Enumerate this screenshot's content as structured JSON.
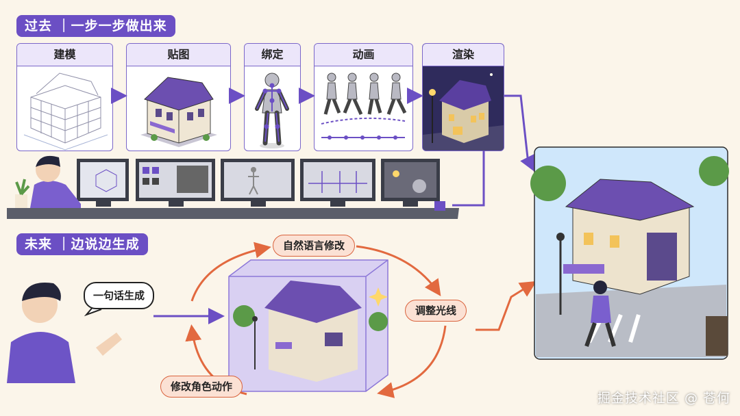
{
  "past": {
    "title": "过去 ｜一步一步做出来"
  },
  "future": {
    "title": "未来 ｜边说边生成"
  },
  "steps": [
    {
      "label": "建模",
      "icon": "wireframe-house-icon"
    },
    {
      "label": "贴图",
      "icon": "textured-house-icon"
    },
    {
      "label": "绑定",
      "icon": "rigged-figure-icon"
    },
    {
      "label": "动画",
      "icon": "walk-cycle-icon"
    },
    {
      "label": "渲染",
      "icon": "rendered-house-icon"
    }
  ],
  "speech": "一句话生成",
  "cycle": [
    "自然语言修改",
    "调整光线",
    "修改角色动作"
  ],
  "watermark": "掘金技术社区 @ 苍何",
  "colors": {
    "accent": "#6b4fc4",
    "orange": "#e2693f",
    "bg": "#fbf5ea"
  }
}
